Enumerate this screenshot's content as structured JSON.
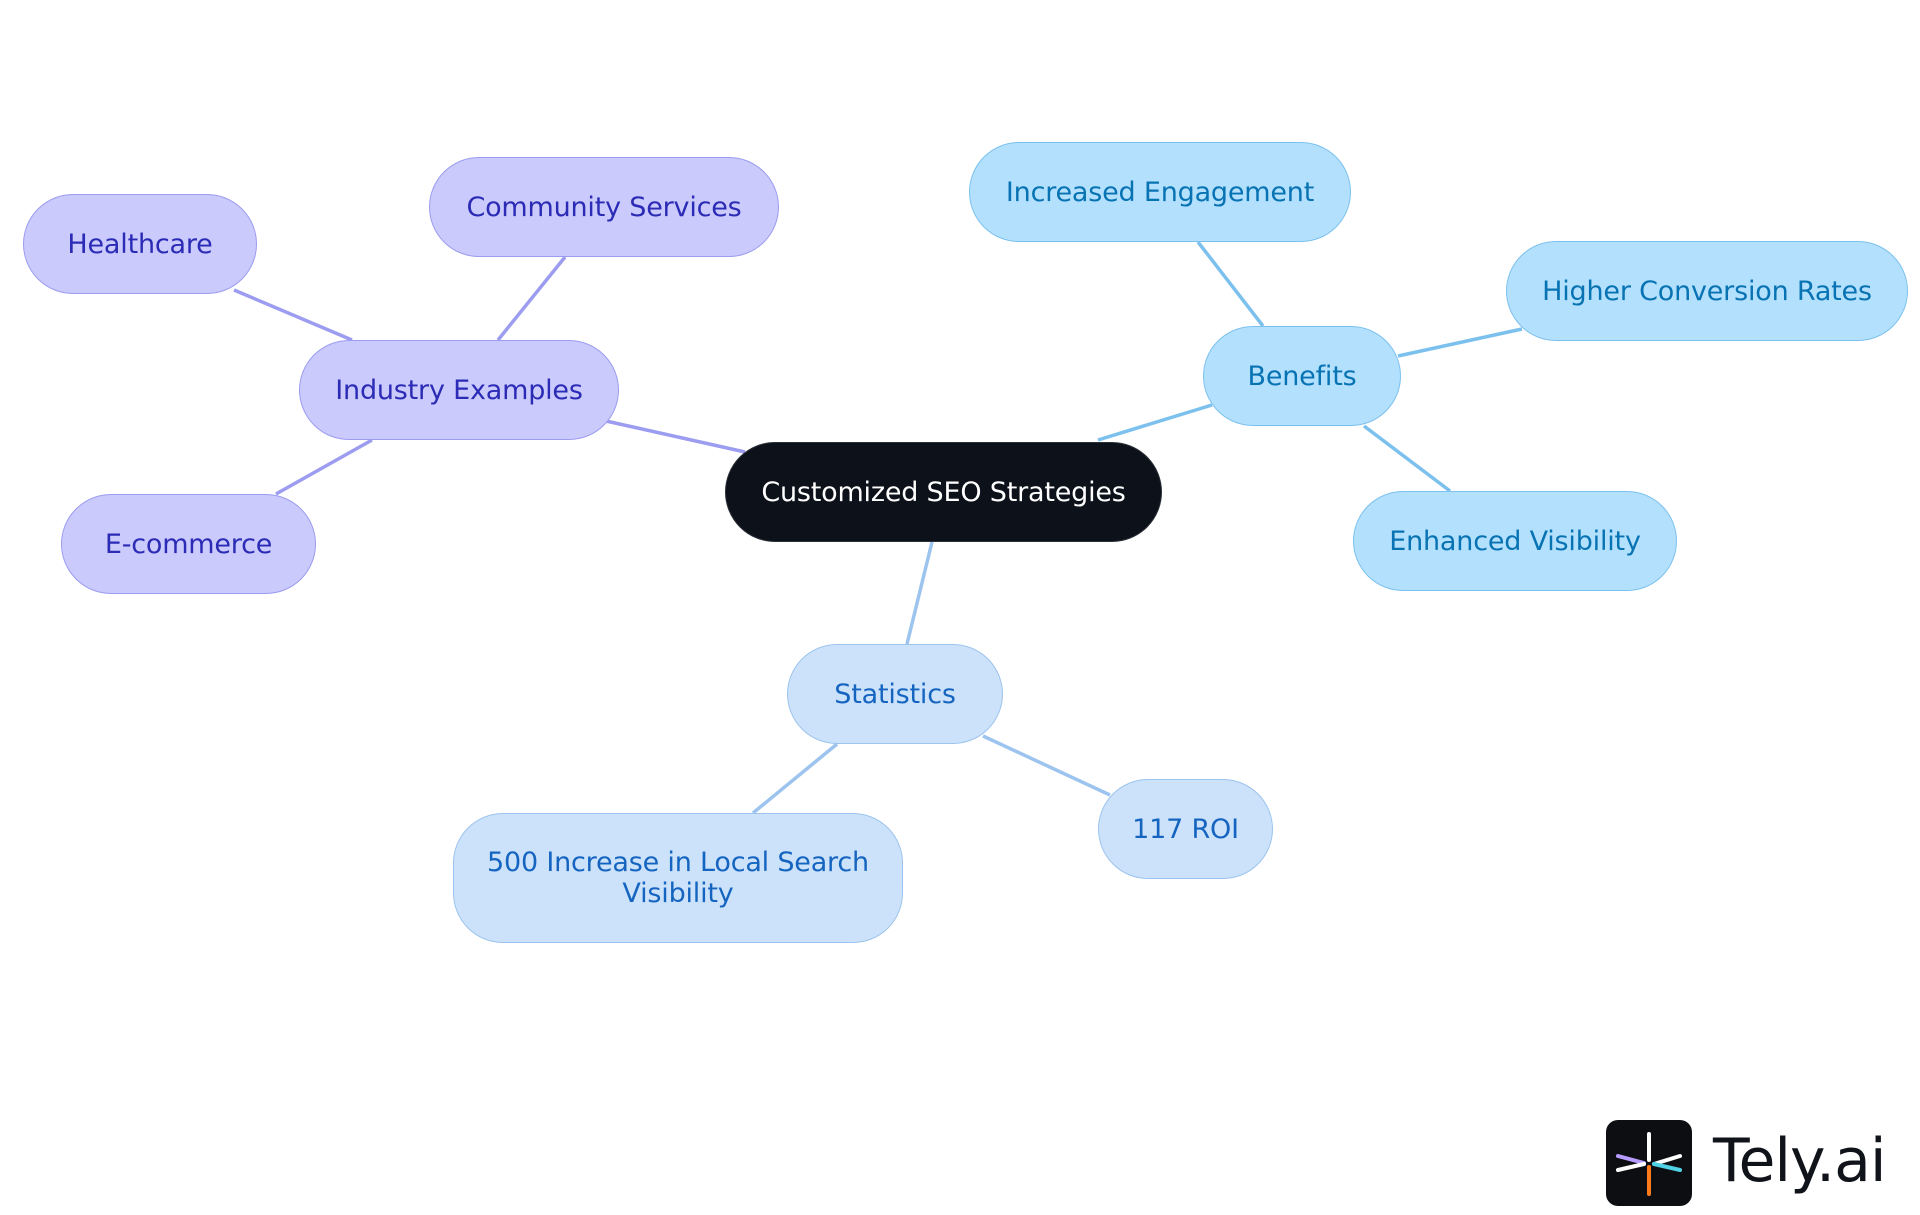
{
  "diagram": {
    "root": {
      "label": "Customized SEO Strategies"
    },
    "branches": [
      {
        "key": "industry",
        "label": "Industry Examples",
        "children": [
          "Community Services",
          "Healthcare",
          "E-commerce"
        ]
      },
      {
        "key": "benefits",
        "label": "Benefits",
        "children": [
          "Increased Engagement",
          "Higher Conversion Rates",
          "Enhanced Visibility"
        ]
      },
      {
        "key": "statistics",
        "label": "Statistics",
        "children": [
          "500 Increase in Local Search Visibility",
          "117 ROI"
        ]
      }
    ]
  },
  "colors": {
    "root_fill": "#0c111a",
    "industry_fill": "#cacafd",
    "industry_line": "#9c9cf0",
    "benefits_fill": "#b3e0fd",
    "benefits_line": "#7cc1ee",
    "statistics_fill": "#cce2fa",
    "statistics_line": "#9cc4ee"
  },
  "logo": {
    "text": "Tely.ai",
    "mark_icon": "tely-asterisk-icon"
  }
}
